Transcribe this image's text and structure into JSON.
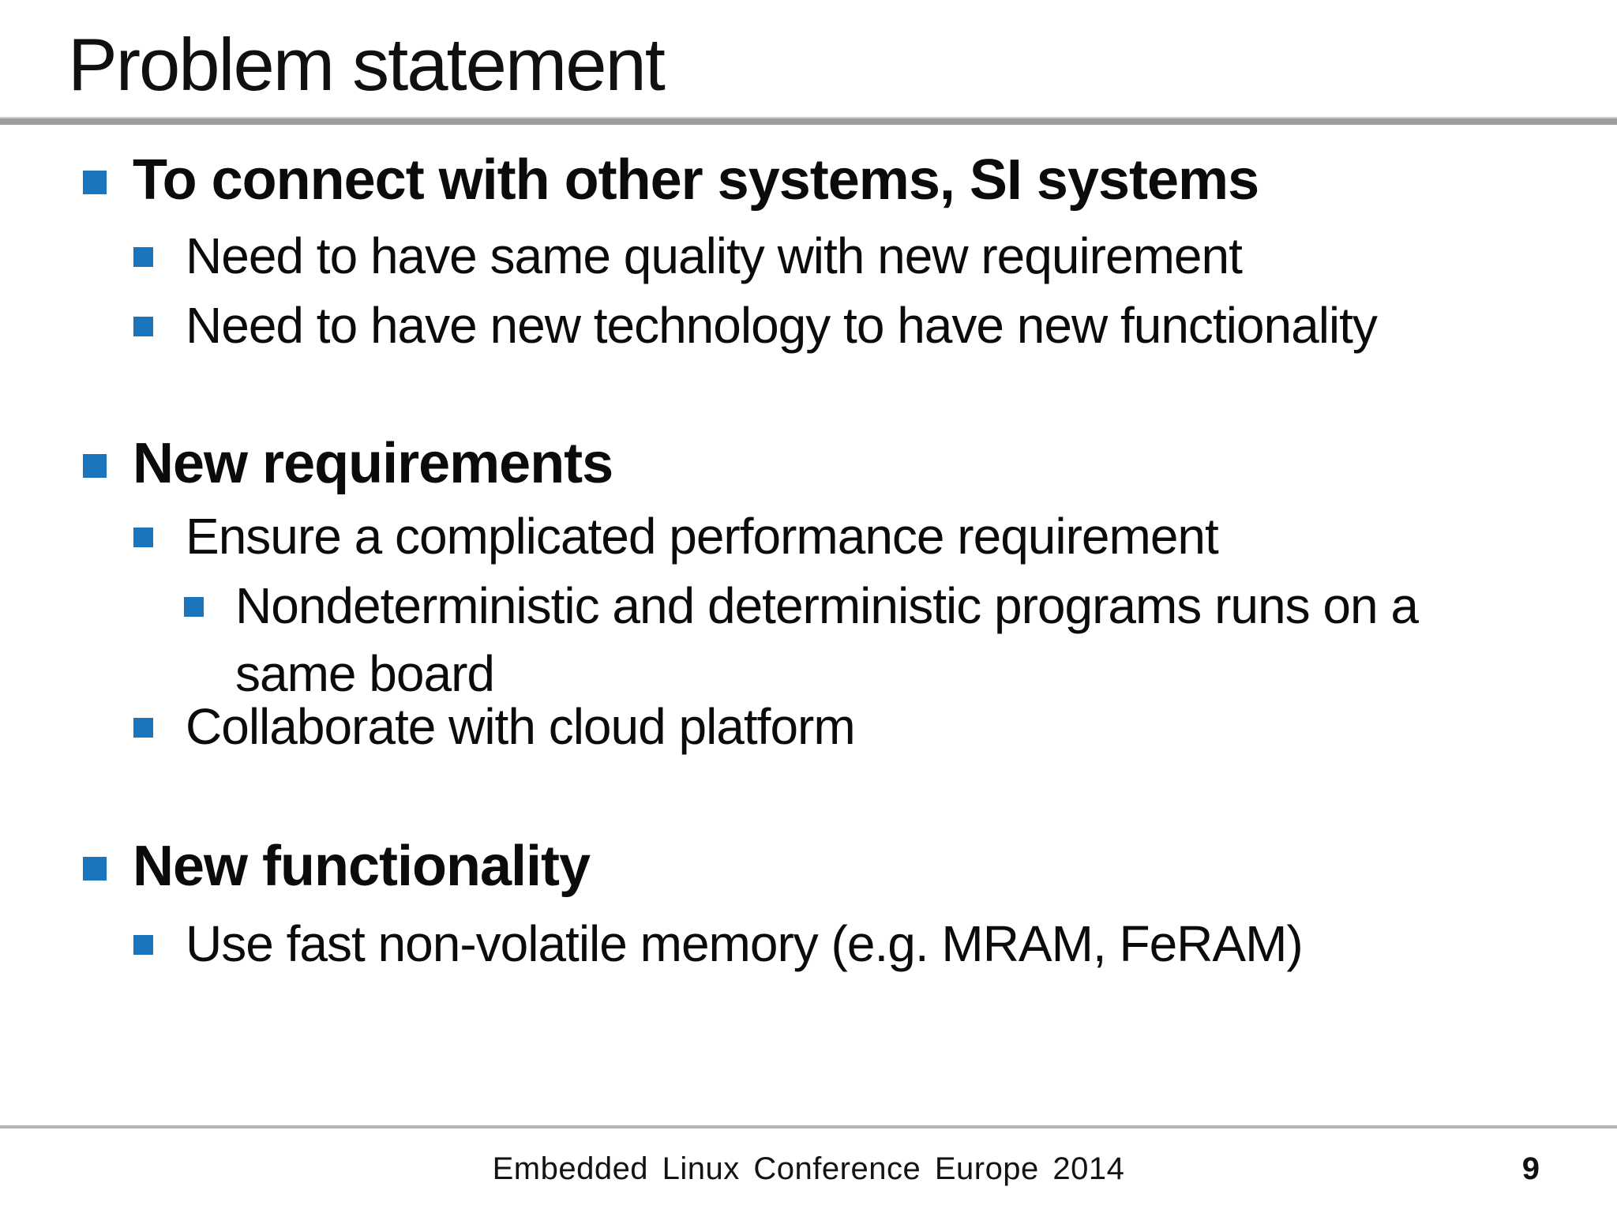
{
  "slide": {
    "title": "Problem statement",
    "bullets": [
      {
        "level": 1,
        "text": "To connect with other systems, SI systems"
      },
      {
        "level": 2,
        "text": "Need to have same quality with new requirement"
      },
      {
        "level": 2,
        "text": "Need to have new technology to have new functionality"
      },
      {
        "level": 1,
        "text": "New requirements"
      },
      {
        "level": 2,
        "text": "Ensure a complicated performance requirement"
      },
      {
        "level": 3,
        "text": "Nondeterministic and deterministic programs runs on a\nsame board"
      },
      {
        "level": 2,
        "text": "Collaborate with cloud platform"
      },
      {
        "level": 1,
        "text": "New functionality"
      },
      {
        "level": 2,
        "text": "Use fast non-volatile memory (e.g. MRAM, FeRAM)"
      }
    ],
    "footer": {
      "conference": "Embedded Linux Conference Europe 2014",
      "page_number": "9"
    },
    "colors": {
      "bullet_blue": "#1b75bc",
      "title_divider_gray": "#9e9e9e",
      "footer_divider_gray": "#b3b3b3",
      "text_black": "#0b0b0b"
    }
  }
}
